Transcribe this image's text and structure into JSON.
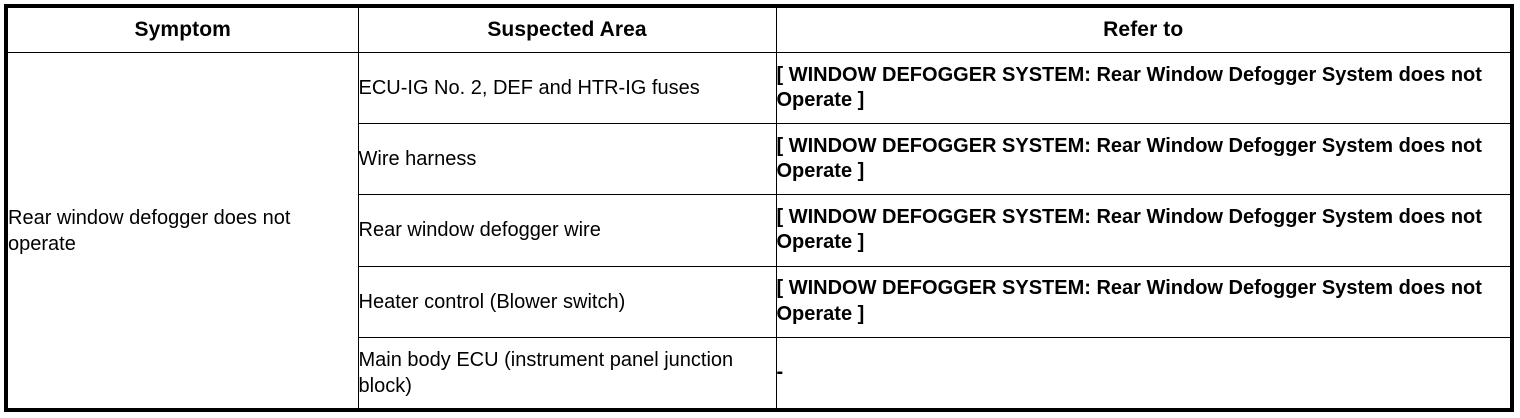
{
  "table": {
    "headers": [
      {
        "label": "Symptom",
        "name": "symptom"
      },
      {
        "label": "Suspected Area",
        "name": "suspected-area"
      },
      {
        "label": "Refer to",
        "name": "refer-to"
      }
    ],
    "symptom": "Rear window defogger does not operate",
    "refer_to_standard": "[ WINDOW DEFOGGER SYSTEM: Rear Window Defogger System does not Operate ]",
    "refer_to_none": "-",
    "rows": [
      {
        "suspected_area": "ECU-IG No. 2, DEF and HTR-IG fuses",
        "refer_to": "[ WINDOW DEFOGGER SYSTEM: Rear Window Defogger System does not Operate ]"
      },
      {
        "suspected_area": "Wire harness",
        "refer_to": "[ WINDOW DEFOGGER SYSTEM: Rear Window Defogger System does not Operate ]"
      },
      {
        "suspected_area": "Rear window defogger wire",
        "refer_to": "[ WINDOW DEFOGGER SYSTEM: Rear Window Defogger System does not Operate ]"
      },
      {
        "suspected_area": "Heater control (Blower switch)",
        "refer_to": "[ WINDOW DEFOGGER SYSTEM: Rear Window Defogger System does not Operate ]"
      },
      {
        "suspected_area": "Main body ECU (instrument panel junction block)",
        "refer_to": "-"
      }
    ]
  },
  "colors": {
    "border": "#000000",
    "text": "#000000",
    "background": "#ffffff"
  }
}
